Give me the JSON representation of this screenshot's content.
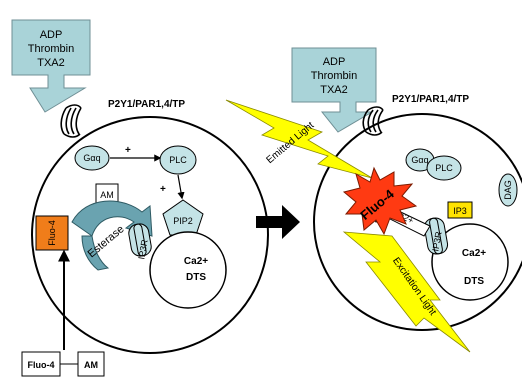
{
  "left_cell": {
    "callout_lines": [
      "ADP",
      "Thrombin",
      "TXA2"
    ],
    "receptor_label": "P2Y1/PAR1,4/TP",
    "g_alpha": "Gαq",
    "plc": "PLC",
    "plus_1": "+",
    "plus_2": "+",
    "pip2": "PIP2",
    "am": "AM",
    "fluo4": "Fluo-4",
    "esterase": "Esterase",
    "ip3r": "IP3R",
    "ca2": "Ca2+",
    "dts": "DTS"
  },
  "probe_box": {
    "fluo4": "Fluo-4",
    "am": "AM"
  },
  "right_cell": {
    "callout_lines": [
      "ADP",
      "Thrombin",
      "TXA2"
    ],
    "receptor_label": "P2Y1/PAR1,4/TP",
    "g_alpha": "Gαq",
    "plc": "PLC",
    "dag": "DAG",
    "fluo4": "Fluo-4",
    "ca2_arrow": "Ca2+",
    "ip3": "IP3",
    "ip3r": "IP3R",
    "ca2": "Ca2+",
    "dts": "DTS"
  },
  "emitted_light": "Emitted Light",
  "excitation_light": "Excitation Light",
  "colors": {
    "callout_fill": "#a9d3d8",
    "molecule_fill": "#c4e3e6",
    "fluo_orange": "#f07d1a",
    "burst_red": "#ff3a12",
    "lightning_yellow": "#ffff00",
    "ip3_yellow": "#ffe300",
    "esterase_fill": "#6aa3b0"
  }
}
